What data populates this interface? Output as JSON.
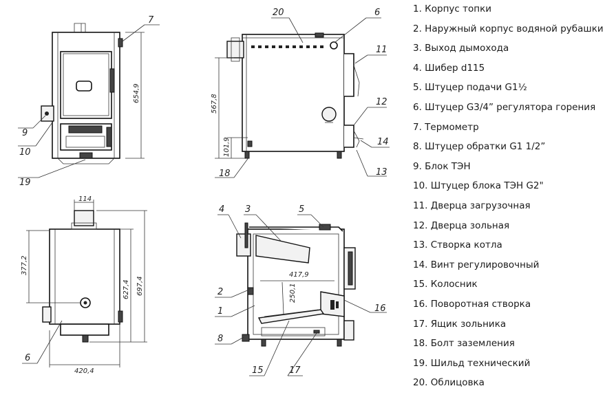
{
  "legend": [
    "1. Корпус топки",
    "2. Наружный корпус водяной рубашки",
    "3. Выход дымохода",
    "4. Шибер d115",
    "5. Штуцер подачи G1½",
    "6. Штуцер G3/4” регулятора горения",
    "7. Термометр",
    "8. Штуцер обратки G1 1/2”",
    "9. Блок ТЭН",
    "10. Штуцер блока ТЭН G2\"",
    "11. Дверца загрузочная",
    "12. Дверца зольная",
    "13. Створка котла",
    "14. Винт регулировочный",
    "15. Колосник",
    "16. Поворотная створка",
    "17. Ящик зольника",
    "18. Болт заземления",
    "19. Шильд технический",
    "20. Облицовка"
  ],
  "dimensions": {
    "front_height": "654,9",
    "side_height": "567,8",
    "side_low": "101,9",
    "rear_top_width": "114",
    "rear_mid": "377,2",
    "rear_h1": "627,4",
    "rear_h2": "697,4",
    "rear_width": "420,4",
    "section_width": "417,9",
    "section_depth": "250,1"
  },
  "callouts": {
    "c1": "1",
    "c2": "2",
    "c3": "3",
    "c4": "4",
    "c5": "5",
    "c6a": "6",
    "c6b": "6",
    "c7": "7",
    "c8": "8",
    "c9": "9",
    "c10": "10",
    "c11": "11",
    "c12": "12",
    "c13": "13",
    "c14": "14",
    "c15": "15",
    "c16": "16",
    "c17": "17",
    "c18": "18",
    "c19": "19",
    "c20": "20"
  }
}
